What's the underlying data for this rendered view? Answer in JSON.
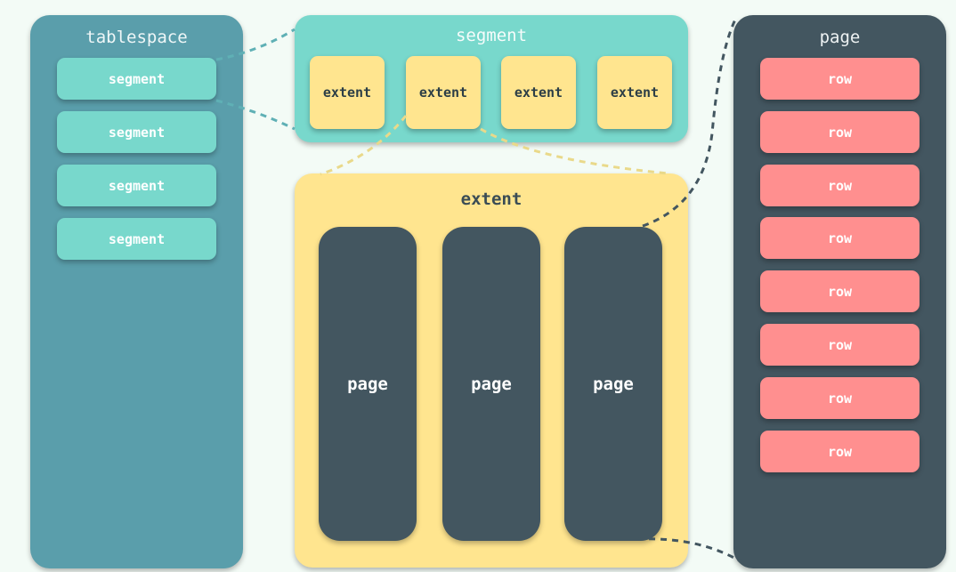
{
  "tablespace": {
    "title": "tablespace",
    "segments": [
      "segment",
      "segment",
      "segment",
      "segment"
    ]
  },
  "segment": {
    "title": "segment",
    "extents": [
      "extent",
      "extent",
      "extent",
      "extent"
    ]
  },
  "extent": {
    "title": "extent",
    "pages": [
      "page",
      "page",
      "page"
    ]
  },
  "page": {
    "title": "page",
    "rows": [
      "row",
      "row",
      "row",
      "row",
      "row",
      "row",
      "row",
      "row"
    ]
  },
  "colors": {
    "tablespace": "#5a9eab",
    "segment": "#78d8cc",
    "extent": "#ffe58f",
    "page": "#435660",
    "row": "#ff8f8f"
  }
}
